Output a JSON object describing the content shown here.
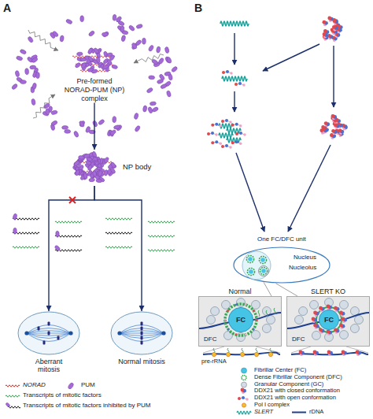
{
  "diagram": {
    "nodes": [
      {
        "text": [
          "Pre-formed NORAD-PUM (NP) complex"
        ]
      },
      {
        "text": [
          "NP body"
        ]
      },
      {
        "text": [
          "Aberrant mitosis"
        ]
      },
      {
        "text": [
          "Normal mitosis"
        ]
      },
      {
        "text": [
          "Nucleus",
          "Nucleolus"
        ]
      },
      {
        "text": [
          "Normal"
        ]
      },
      {
        "text": [
          "FC"
        ],
        "in": 5
      },
      {
        "text": [
          "SLERT KO"
        ]
      },
      {
        "text": [
          "FC"
        ],
        "in": 7
      }
    ],
    "edges": [
      {
        "from": 0,
        "to": 1,
        "arrow": "to"
      },
      {
        "from": 1,
        "to": 2,
        "arrow": "to"
      },
      {
        "from": 1,
        "to": 3,
        "arrow": "to"
      },
      {
        "from": 4,
        "to": 5,
        "arrow": "none"
      },
      {
        "from": 4,
        "to": 7,
        "arrow": "none"
      }
    ],
    "labels": [
      "A",
      "B",
      "One FC/DFC unit",
      "DFC",
      "DFC",
      "pre-rRNA"
    ],
    "legend": [
      {
        "text": "NORAD"
      },
      {
        "text": "PUM"
      },
      {
        "text": "Transcripts of mitotic factors"
      },
      {
        "text": "Transcripts of mitotic factors inhibited by PUM"
      },
      {
        "text": "Fibrillar Center (FC)"
      },
      {
        "text": "Dense Fibrillar Component (DFC)"
      },
      {
        "text": "Granular Component (GC)"
      },
      {
        "text": "DDX21 with closed conformation"
      },
      {
        "text": "DDX21 with open conformation"
      },
      {
        "text": "Pol I complex"
      },
      {
        "text": "SLERT"
      },
      {
        "text": "rDNA"
      }
    ]
  }
}
